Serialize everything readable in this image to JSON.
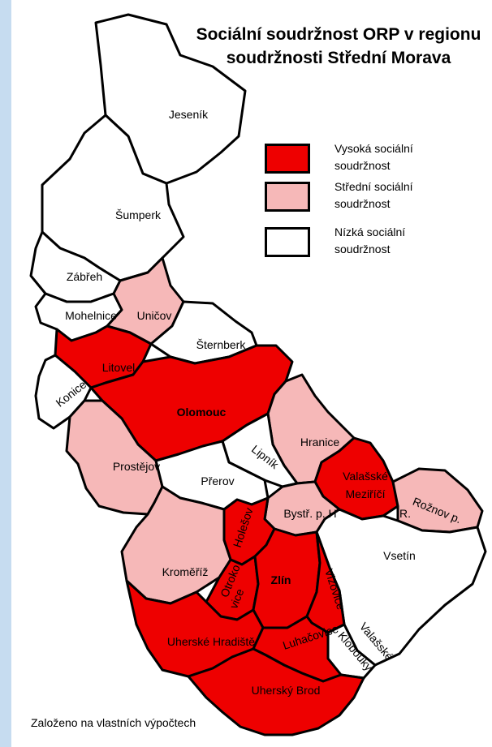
{
  "title": "Sociální soudržnost ORP v regionu soudržnosti Střední Morava",
  "colors": {
    "high": "#ee0000",
    "medium": "#f6b8b8",
    "low": "#ffffff",
    "border": "#000000",
    "background": "#c6dcf0"
  },
  "legend": [
    {
      "label": "Vysoká sociální soudržnost",
      "level": "high"
    },
    {
      "label": "Střední sociální soudržnost",
      "level": "medium"
    },
    {
      "label": "Nízká sociální soudržnost",
      "level": "low"
    }
  ],
  "regions": [
    {
      "name": "Jeseník",
      "level": "low"
    },
    {
      "name": "Šumperk",
      "level": "low"
    },
    {
      "name": "Zábřeh",
      "level": "low"
    },
    {
      "name": "Mohelnice",
      "level": "low"
    },
    {
      "name": "Uničov",
      "level": "medium"
    },
    {
      "name": "Šternberk",
      "level": "low"
    },
    {
      "name": "Litovel",
      "level": "high"
    },
    {
      "name": "Konice",
      "level": "low"
    },
    {
      "name": "Olomouc",
      "level": "high"
    },
    {
      "name": "Hranice",
      "level": "medium"
    },
    {
      "name": "Lipník",
      "level": "low"
    },
    {
      "name": "Prostějov",
      "level": "medium"
    },
    {
      "name": "Přerov",
      "level": "low"
    },
    {
      "name": "Valašské Meziříčí",
      "level": "high"
    },
    {
      "name": "Rožnov p. R.",
      "level": "medium"
    },
    {
      "name": "Bystř. p. H",
      "level": "medium"
    },
    {
      "name": "Holešov",
      "level": "high"
    },
    {
      "name": "Vsetín",
      "level": "low"
    },
    {
      "name": "Kroměříž",
      "level": "medium"
    },
    {
      "name": "Otrokovice",
      "level": "high"
    },
    {
      "name": "Zlín",
      "level": "high"
    },
    {
      "name": "Vizovice",
      "level": "high"
    },
    {
      "name": "Valašské Klobouky",
      "level": "low"
    },
    {
      "name": "Uherské Hradiště",
      "level": "high"
    },
    {
      "name": "Luhačovice",
      "level": "high"
    },
    {
      "name": "Uherský Brod",
      "level": "high"
    }
  ],
  "footer": "Založeno na vlastních výpočtech"
}
